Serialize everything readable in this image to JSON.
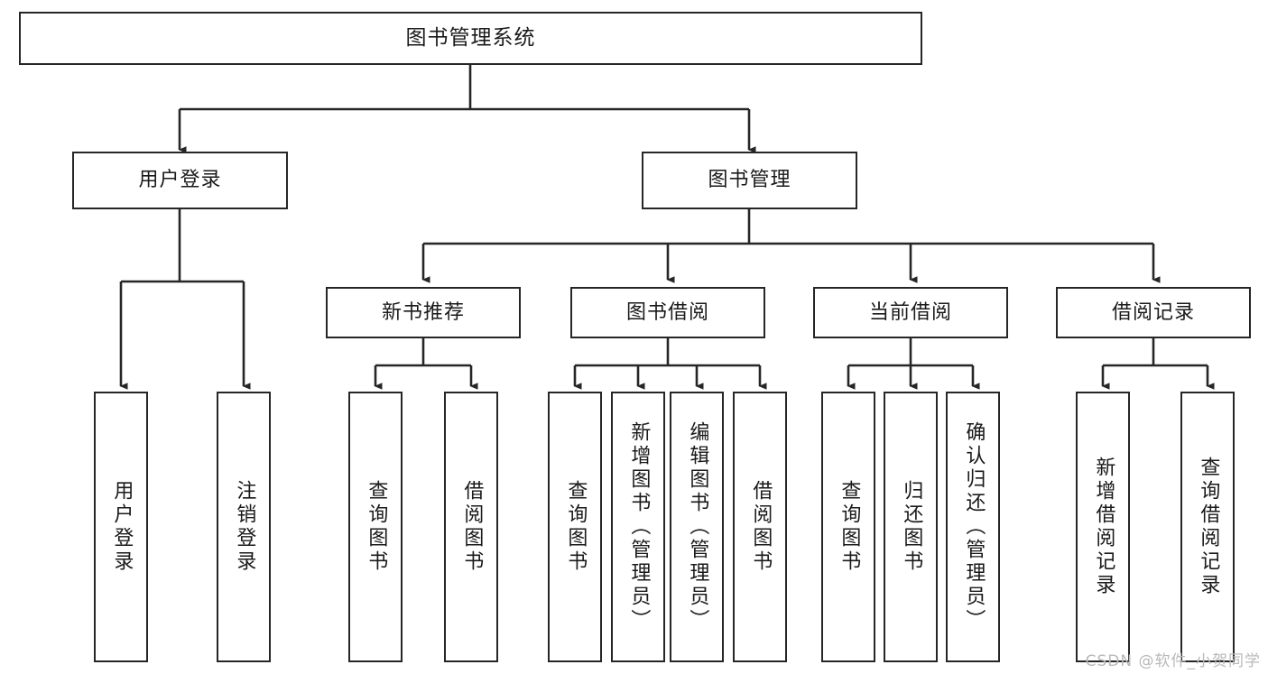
{
  "diagram": {
    "title": "图书管理系统",
    "type": "tree-hierarchy-chart",
    "orientation": "top-down"
  },
  "nodes": {
    "root": {
      "label": "图书管理系统"
    },
    "level1": [
      {
        "id": "user-login",
        "label": "用户登录"
      },
      {
        "id": "book-manage",
        "label": "图书管理"
      }
    ],
    "level2": [
      {
        "id": "new-book-recommend",
        "label": "新书推荐"
      },
      {
        "id": "book-borrow",
        "label": "图书借阅"
      },
      {
        "id": "current-borrow",
        "label": "当前借阅"
      },
      {
        "id": "borrow-record",
        "label": "借阅记录"
      }
    ],
    "leaves": {
      "user_login": [
        {
          "id": "leaf-user-login",
          "label": "用户登录"
        },
        {
          "id": "leaf-logout-login",
          "label": "注销登录"
        }
      ],
      "new_book_recommend": [
        {
          "id": "leaf-query-book-1",
          "label": "查询图书"
        },
        {
          "id": "leaf-borrow-book-1",
          "label": "借阅图书"
        }
      ],
      "book_borrow": [
        {
          "id": "leaf-query-book-2",
          "label": "查询图书"
        },
        {
          "id": "leaf-add-book",
          "label": "新增图书（管理员）"
        },
        {
          "id": "leaf-edit-book",
          "label": "编辑图书（管理员）"
        },
        {
          "id": "leaf-borrow-book-2",
          "label": "借阅图书"
        }
      ],
      "current_borrow": [
        {
          "id": "leaf-query-book-3",
          "label": "查询图书"
        },
        {
          "id": "leaf-return-book",
          "label": "归还图书"
        },
        {
          "id": "leaf-confirm-return",
          "label": "确认归还（管理员）"
        }
      ],
      "borrow_record": [
        {
          "id": "leaf-add-record",
          "label": "新增借阅记录"
        },
        {
          "id": "leaf-query-record",
          "label": "查询借阅记录"
        }
      ]
    }
  },
  "watermark": {
    "text": "CSDN @软件_小贺同学"
  },
  "colors": {
    "stroke": "#262626",
    "fill": "#ffffff",
    "text": "#1a1a1a",
    "watermark": "#b9b9b9"
  }
}
